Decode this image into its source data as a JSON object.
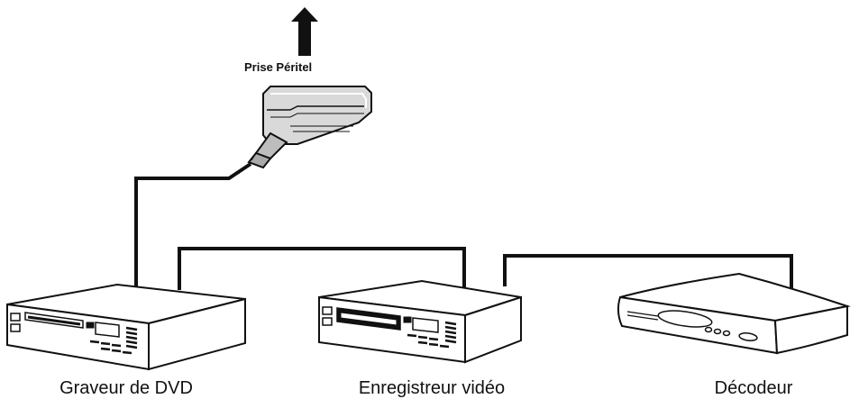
{
  "diagram": {
    "connector": {
      "label": "Prise Péritel",
      "icon": "scart-plug-icon",
      "direction_icon": "arrow-up-icon"
    },
    "devices": [
      {
        "id": "dvd",
        "label": "Graveur de DVD",
        "icon": "dvd-recorder-icon"
      },
      {
        "id": "vcr",
        "label": "Enregistreur vidéo",
        "icon": "vcr-icon"
      },
      {
        "id": "decoder",
        "label": "Décodeur",
        "icon": "decoder-box-icon"
      }
    ],
    "colors": {
      "line": "#111111",
      "device_fill": "#ffffff",
      "plug_fill": "#d6d6d6"
    }
  }
}
